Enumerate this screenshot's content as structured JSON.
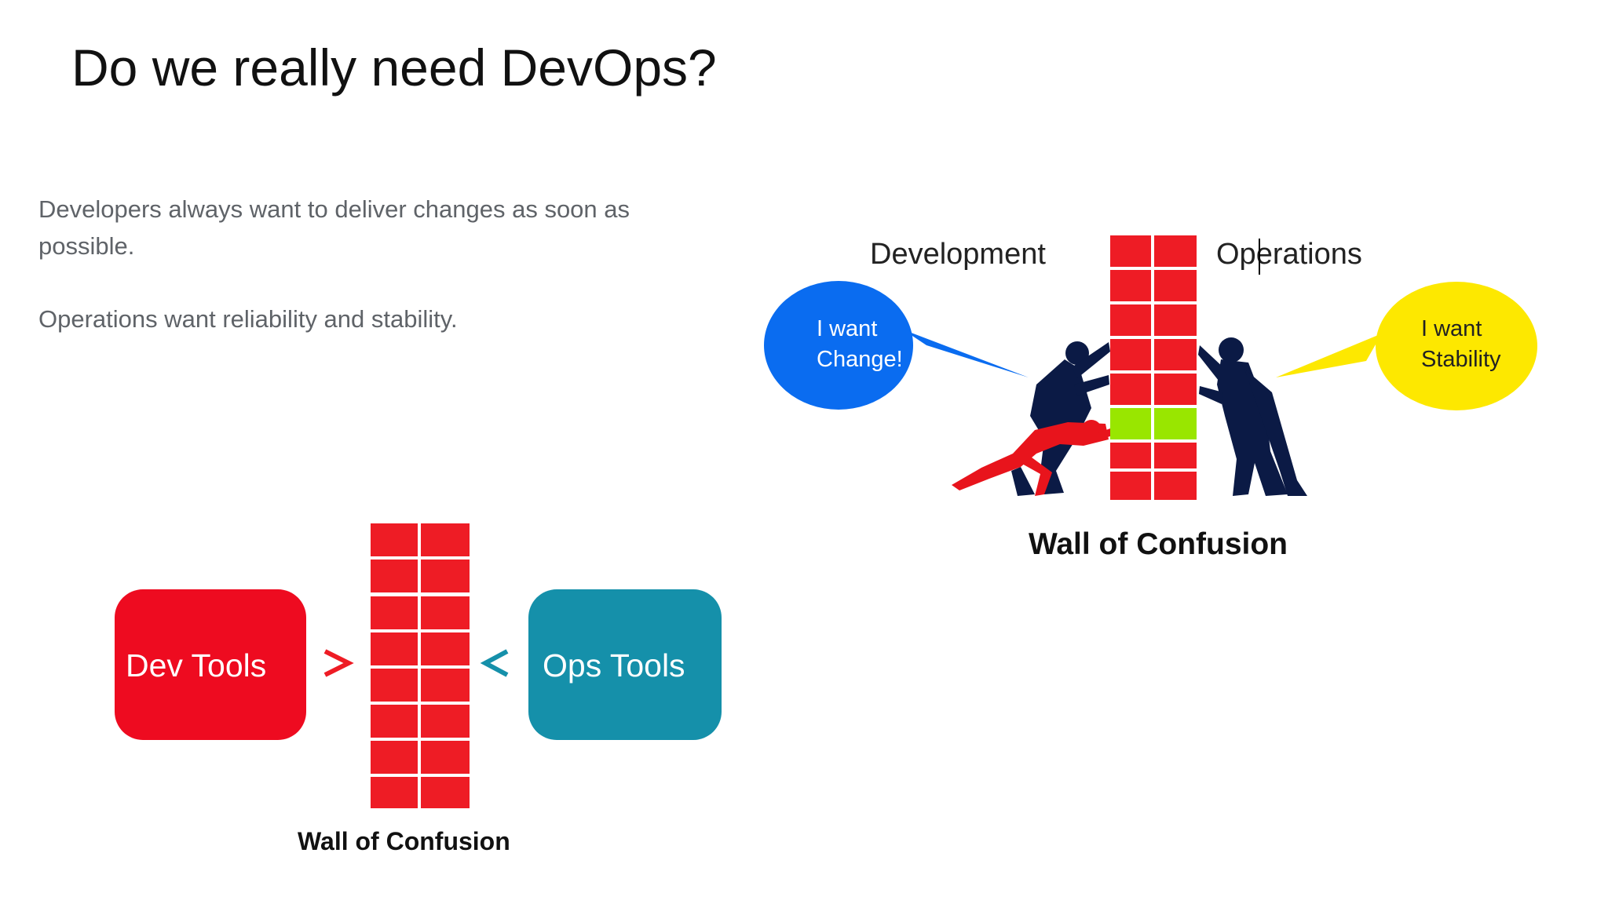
{
  "slide": {
    "title": "Do we really need DevOps?",
    "paragraphs": [
      "Developers always want to deliver changes as soon as possible.",
      "Operations want reliability and stability."
    ]
  },
  "top_diagram": {
    "left_label": "Development",
    "right_label": "Operations",
    "left_bubble_line1": "I want",
    "left_bubble_line2": "Change!",
    "right_bubble_line1": "I want",
    "right_bubble_line2": "Stability",
    "caption": "Wall of Confusion",
    "colors": {
      "wall": "#ee1c25",
      "highlight": "#99e600",
      "left_bubble": "#0a6cf0",
      "right_bubble": "#fde800",
      "figure": "#0b1a45",
      "pusher": "#e8141c"
    }
  },
  "bottom_diagram": {
    "dev_label": "Dev Tools",
    "ops_label": "Ops Tools",
    "caption": "Wall of Confusion",
    "colors": {
      "dev_box": "#ee0b20",
      "ops_box": "#1590aa",
      "wall": "#ee1c25"
    }
  }
}
